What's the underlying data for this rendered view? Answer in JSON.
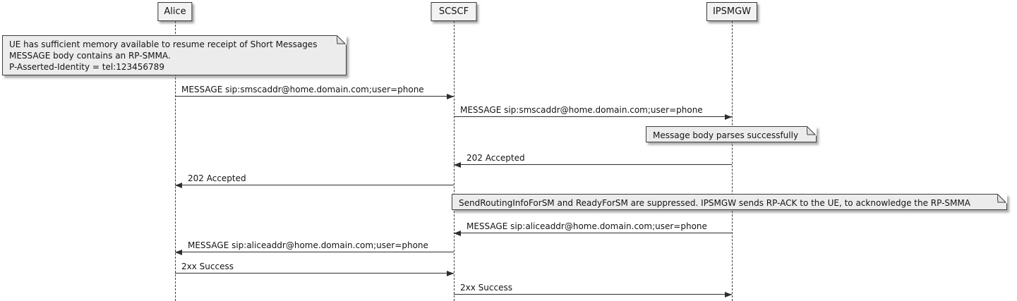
{
  "participants": [
    {
      "label": "Alice"
    },
    {
      "label": "SCSCF"
    },
    {
      "label": "IPSMGW"
    }
  ],
  "notes": [
    {
      "lines": [
        "UE has sufficient memory available to resume receipt of Short Messages",
        "MESSAGE body contains an RP-SMMA.",
        "P-Asserted-Identity = tel:123456789"
      ]
    },
    {
      "text": "Message body parses successfully"
    },
    {
      "text": "SendRoutingInfoForSM and ReadyForSM are suppressed. IPSMGW sends RP-ACK to the UE, to acknowledge the RP-SMMA"
    }
  ],
  "messages": [
    {
      "from": "Alice",
      "to": "SCSCF",
      "label": "MESSAGE sip:smscaddr@home.domain.com;user=phone"
    },
    {
      "from": "SCSCF",
      "to": "IPSMGW",
      "label": "MESSAGE sip:smscaddr@home.domain.com;user=phone"
    },
    {
      "from": "IPSMGW",
      "to": "SCSCF",
      "label": "202 Accepted"
    },
    {
      "from": "SCSCF",
      "to": "Alice",
      "label": "202 Accepted"
    },
    {
      "from": "IPSMGW",
      "to": "SCSCF",
      "label": "MESSAGE sip:aliceaddr@home.domain.com;user=phone"
    },
    {
      "from": "SCSCF",
      "to": "Alice",
      "label": "MESSAGE sip:aliceaddr@home.domain.com;user=phone"
    },
    {
      "from": "Alice",
      "to": "SCSCF",
      "label": "2xx Success"
    },
    {
      "from": "SCSCF",
      "to": "IPSMGW",
      "label": "2xx Success"
    }
  ],
  "colors": {
    "background": "#FFFFFF",
    "participant_fill": "#F2F2F2",
    "note_fill": "#ECECEC",
    "line": "#2E2E2E"
  }
}
